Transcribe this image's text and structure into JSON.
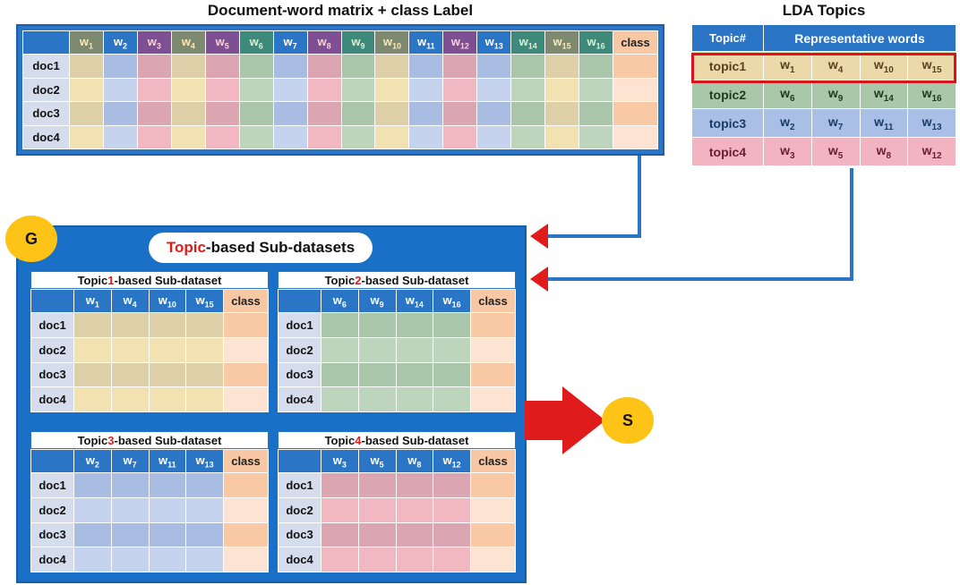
{
  "titles": {
    "main": "Document-word matrix + class Label",
    "lda": "LDA Topics",
    "subdatasets_prefix": "Topic",
    "subdatasets_suffix": "-based Sub-datasets"
  },
  "main_matrix": {
    "words": [
      "w1",
      "w2",
      "w3",
      "w4",
      "w5",
      "w6",
      "w7",
      "w8",
      "w9",
      "w10",
      "w11",
      "w12",
      "w13",
      "w14",
      "w15",
      "w16"
    ],
    "class_label": "class",
    "docs": [
      "doc1",
      "doc2",
      "doc3",
      "doc4"
    ]
  },
  "lda": {
    "header_topic": "Topic#",
    "header_words": "Representative words",
    "topics": [
      {
        "name": "topic1",
        "words": [
          "w1",
          "w4",
          "w10",
          "w15"
        ]
      },
      {
        "name": "topic2",
        "words": [
          "w6",
          "w9",
          "w14",
          "w16"
        ]
      },
      {
        "name": "topic3",
        "words": [
          "w2",
          "w7",
          "w11",
          "w13"
        ]
      },
      {
        "name": "topic4",
        "words": [
          "w3",
          "w5",
          "w8",
          "w12"
        ]
      }
    ]
  },
  "sub_datasets": [
    {
      "prefix": "Topic",
      "num": "1",
      "suffix": "-based Sub-dataset",
      "words": [
        "w1",
        "w4",
        "w10",
        "w15"
      ]
    },
    {
      "prefix": "Topic",
      "num": "2",
      "suffix": "-based Sub-dataset",
      "words": [
        "w6",
        "w9",
        "w14",
        "w16"
      ]
    },
    {
      "prefix": "Topic",
      "num": "3",
      "suffix": "-based Sub-dataset",
      "words": [
        "w2",
        "w7",
        "w11",
        "w13"
      ]
    },
    {
      "prefix": "Topic",
      "num": "4",
      "suffix": "-based Sub-dataset",
      "words": [
        "w3",
        "w5",
        "w8",
        "w12"
      ]
    }
  ],
  "badges": {
    "g": "G",
    "s": "S"
  },
  "colors": {
    "accent_red": "#e01b1b",
    "panel_blue": "#1a6fc6",
    "badge_yellow": "#fdc317"
  }
}
